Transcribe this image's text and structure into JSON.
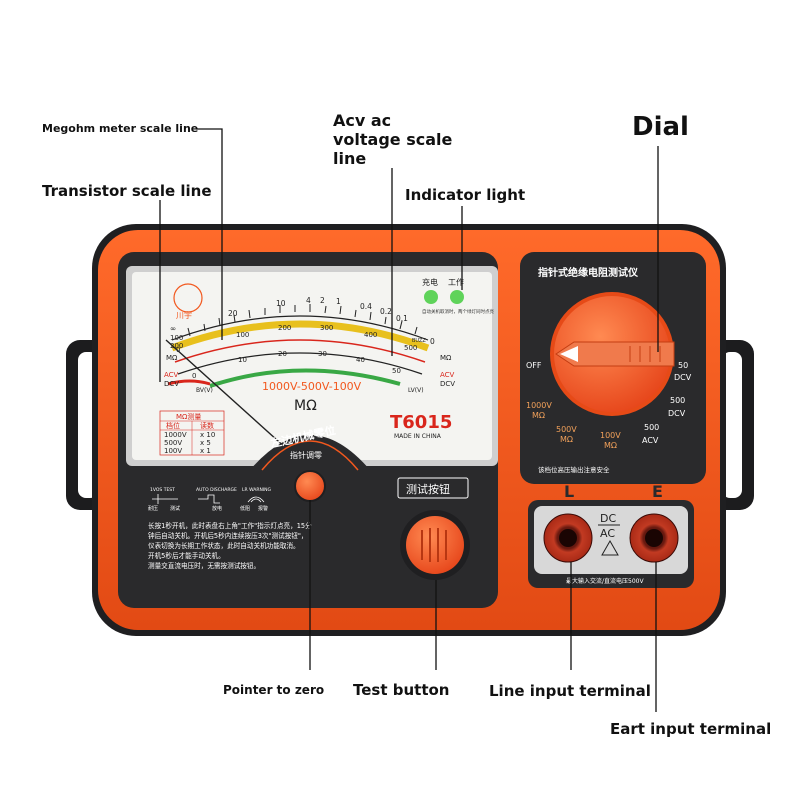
{
  "callouts": {
    "megohm": "Megohm meter scale line",
    "acv": "Acv ac\nvoltage scale\nline",
    "dial": "Dial",
    "transistor": "Transistor scale line",
    "indicator": "Indicator light",
    "pointer": "Pointer to zero",
    "test": "Test button",
    "line": "Line input terminal",
    "eart": "Eart input terminal"
  },
  "device": {
    "brand": "川宇",
    "model": "T6015",
    "made_in": "MADE IN CHINA",
    "range_text": "1000V-500V-100V",
    "unit_mohm": "MΩ",
    "charge_label": "充电",
    "work_label": "工作",
    "auto_off_note": "自动关机取消时，两个绿灯同时点亮",
    "zero_adjust_title": "左边机械零位",
    "zero_adjust_sub": "指针调零",
    "panel_title": "指针式绝缘电阻测试仪",
    "test_button_label": "测试按钮",
    "range_table_header": "MΩ测量",
    "range_table_cols": [
      "档位",
      "读数"
    ],
    "range_table_rows": [
      [
        "1000V",
        "x 10"
      ],
      [
        "500V",
        "x 5"
      ],
      [
        "100V",
        "x 1"
      ]
    ],
    "instructions": [
      "长按1秒开机，此时表盘右上角\"工作\"指示灯点亮，15分",
      "钟后自动关机。开机后5秒内连续按压3次\"测试按钮\"，",
      "仪表切换为长期工作状态，此时自动关机功能取消。",
      "开机5秒后才能手动关机。",
      "测量交直流电压时，无需按测试按钮。"
    ],
    "dial_positions": [
      "OFF",
      "1000V",
      "MΩ",
      "500V",
      "MΩ",
      "100V",
      "MΩ",
      "500",
      "ACV",
      "500",
      "DCV",
      "50",
      "DCV"
    ],
    "dial_warning": "该档位高压输出注意安全",
    "terminal_L": "L",
    "terminal_E": "E",
    "dc_label": "DC",
    "ac_label": "AC",
    "terminal_note": "最大输入交流/直流电压500V",
    "mode_labels": [
      "1VOS TEST",
      "AUTO DISCHARGE",
      "LR WARNING"
    ],
    "mode_sub": [
      "耐压",
      "测试",
      "放电",
      "低阻",
      "报警"
    ]
  },
  "scale": {
    "mohm_ticks": [
      "∞",
      "20",
      "10",
      "4",
      "2",
      "1",
      "0.4",
      "0.2",
      "0.1",
      "BUZZ",
      "0"
    ],
    "acv_ticks": [
      "0",
      "100",
      "200",
      "300",
      "400",
      "500"
    ],
    "dcv_ticks": [
      "0",
      "10",
      "20",
      "30",
      "40",
      "50"
    ],
    "left_labels": [
      "100",
      "200",
      "MΩ",
      "ACV",
      "DCV"
    ],
    "right_labels": [
      "MΩ",
      "ACV",
      "DCV"
    ],
    "bv_label": "BV(V)",
    "lv_label": "LV(V)"
  },
  "colors": {
    "orange": "#f2581e",
    "dark": "#2a2a2c",
    "panel_gray": "#d8d8d8",
    "scale_white": "#f4f4f1",
    "green": "#39a845",
    "red": "#d9261c",
    "yellow": "#e8c01d"
  }
}
